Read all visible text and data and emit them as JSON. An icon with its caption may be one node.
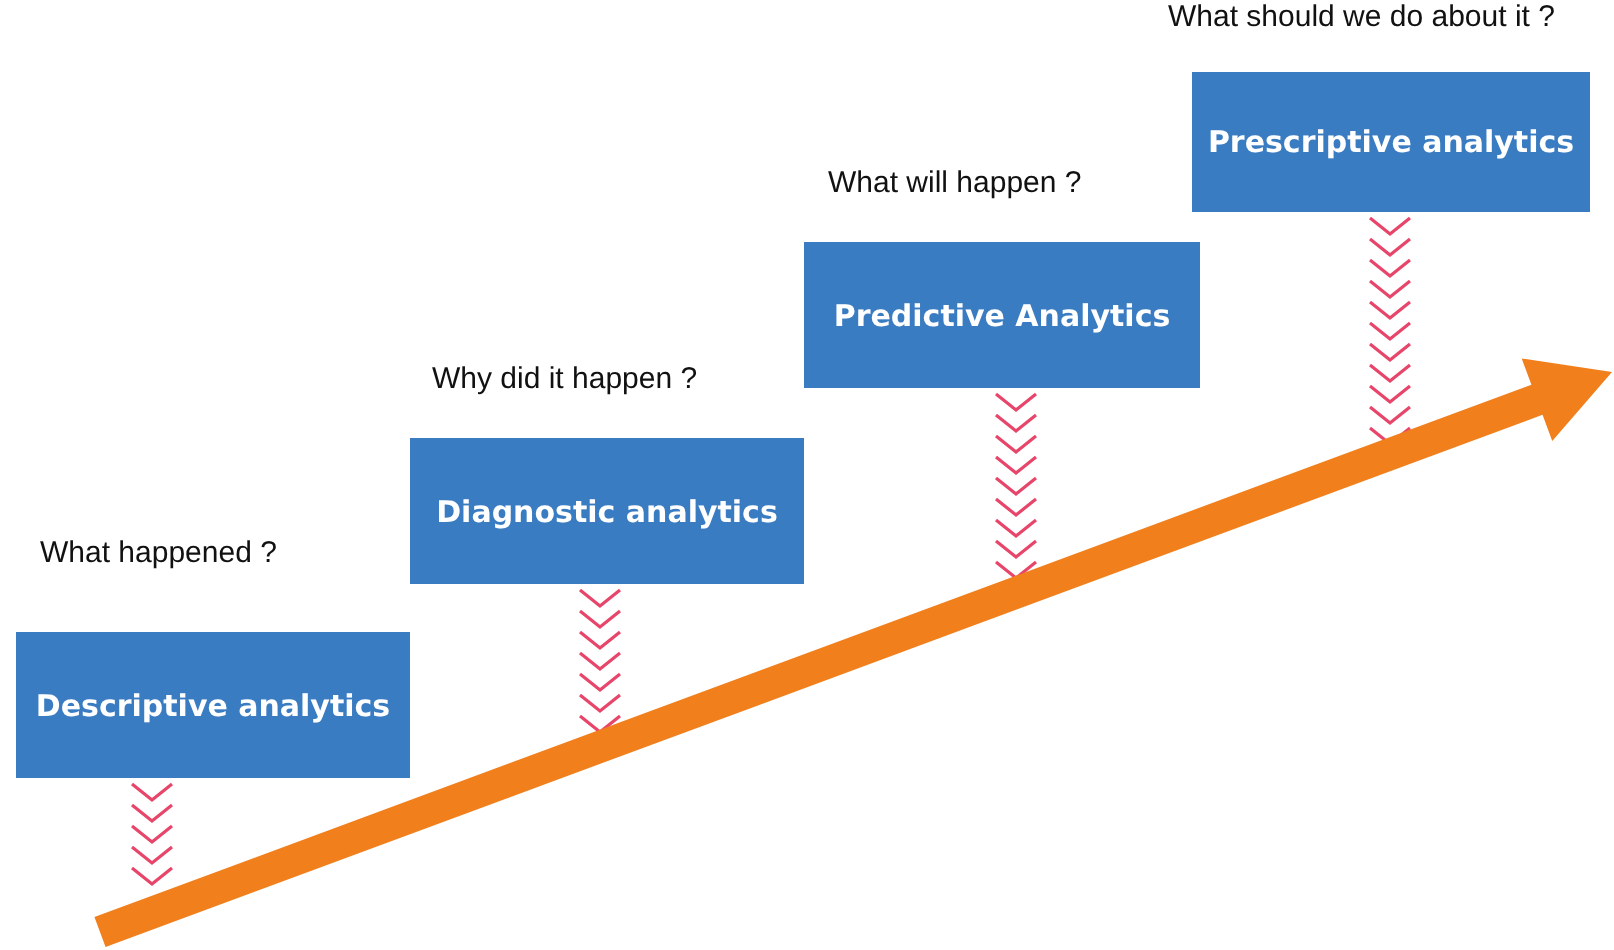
{
  "diagram": {
    "nodes": [
      {
        "text": [
          "Descriptive analytics"
        ],
        "beside": [
          "What happened ?"
        ]
      },
      {
        "text": [
          "Diagnostic analytics"
        ],
        "beside": [
          "Why did it happen ?"
        ]
      },
      {
        "text": [
          "Predictive Analytics"
        ],
        "beside": [
          "What will happen ?"
        ]
      },
      {
        "text": [
          "Prescriptive analytics"
        ],
        "beside": [
          "What should we do about it ?"
        ]
      }
    ]
  }
}
